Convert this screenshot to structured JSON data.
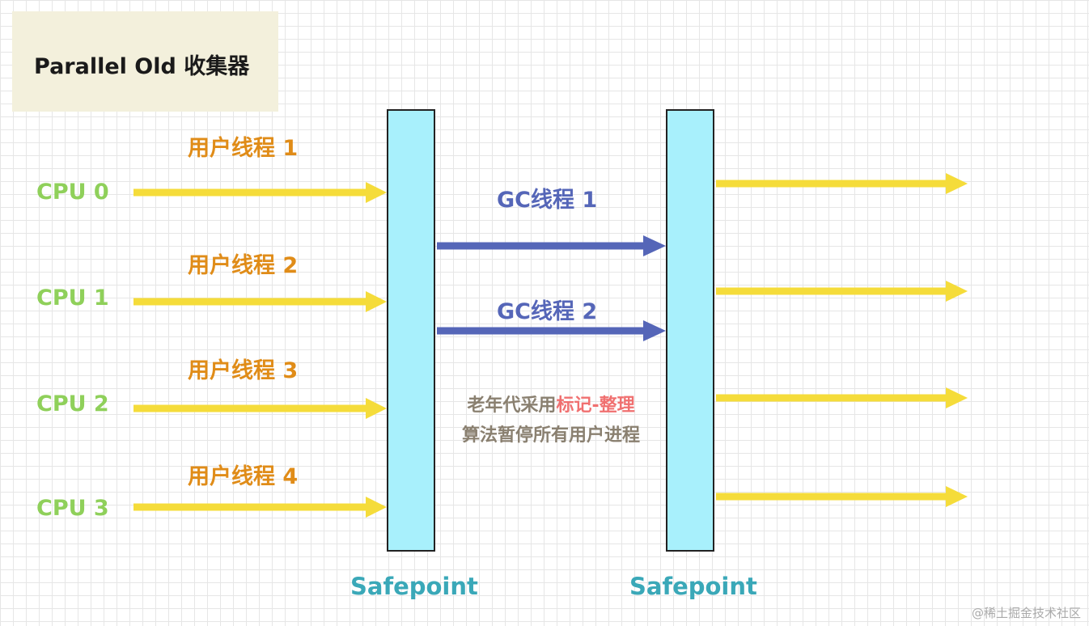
{
  "title": "Parallel Old 收集器",
  "cpus": [
    "CPU 0",
    "CPU 1",
    "CPU 2",
    "CPU 3"
  ],
  "user_threads": [
    "用户线程 1",
    "用户线程 2",
    "用户线程 3",
    "用户线程 4"
  ],
  "gc_threads": [
    "GC线程 1",
    "GC线程 2"
  ],
  "safepoint_labels": [
    "Safepoint",
    "Safepoint"
  ],
  "note": {
    "line1_prefix": "老年代采用",
    "line1_highlight": "标记-整理",
    "line2": "算法暂停所有用户进程"
  },
  "watermark": "@稀土掘金技术社区",
  "colors": {
    "user_arrow": "#f5dc3a",
    "gc_arrow": "#5566b8",
    "bar_fill": "#a8f0fc",
    "cpu_label": "#8fd05a",
    "user_label": "#e08c18",
    "gc_label": "#5566b8",
    "safepoint_label": "#3aa8b8",
    "highlight": "#f07070"
  }
}
